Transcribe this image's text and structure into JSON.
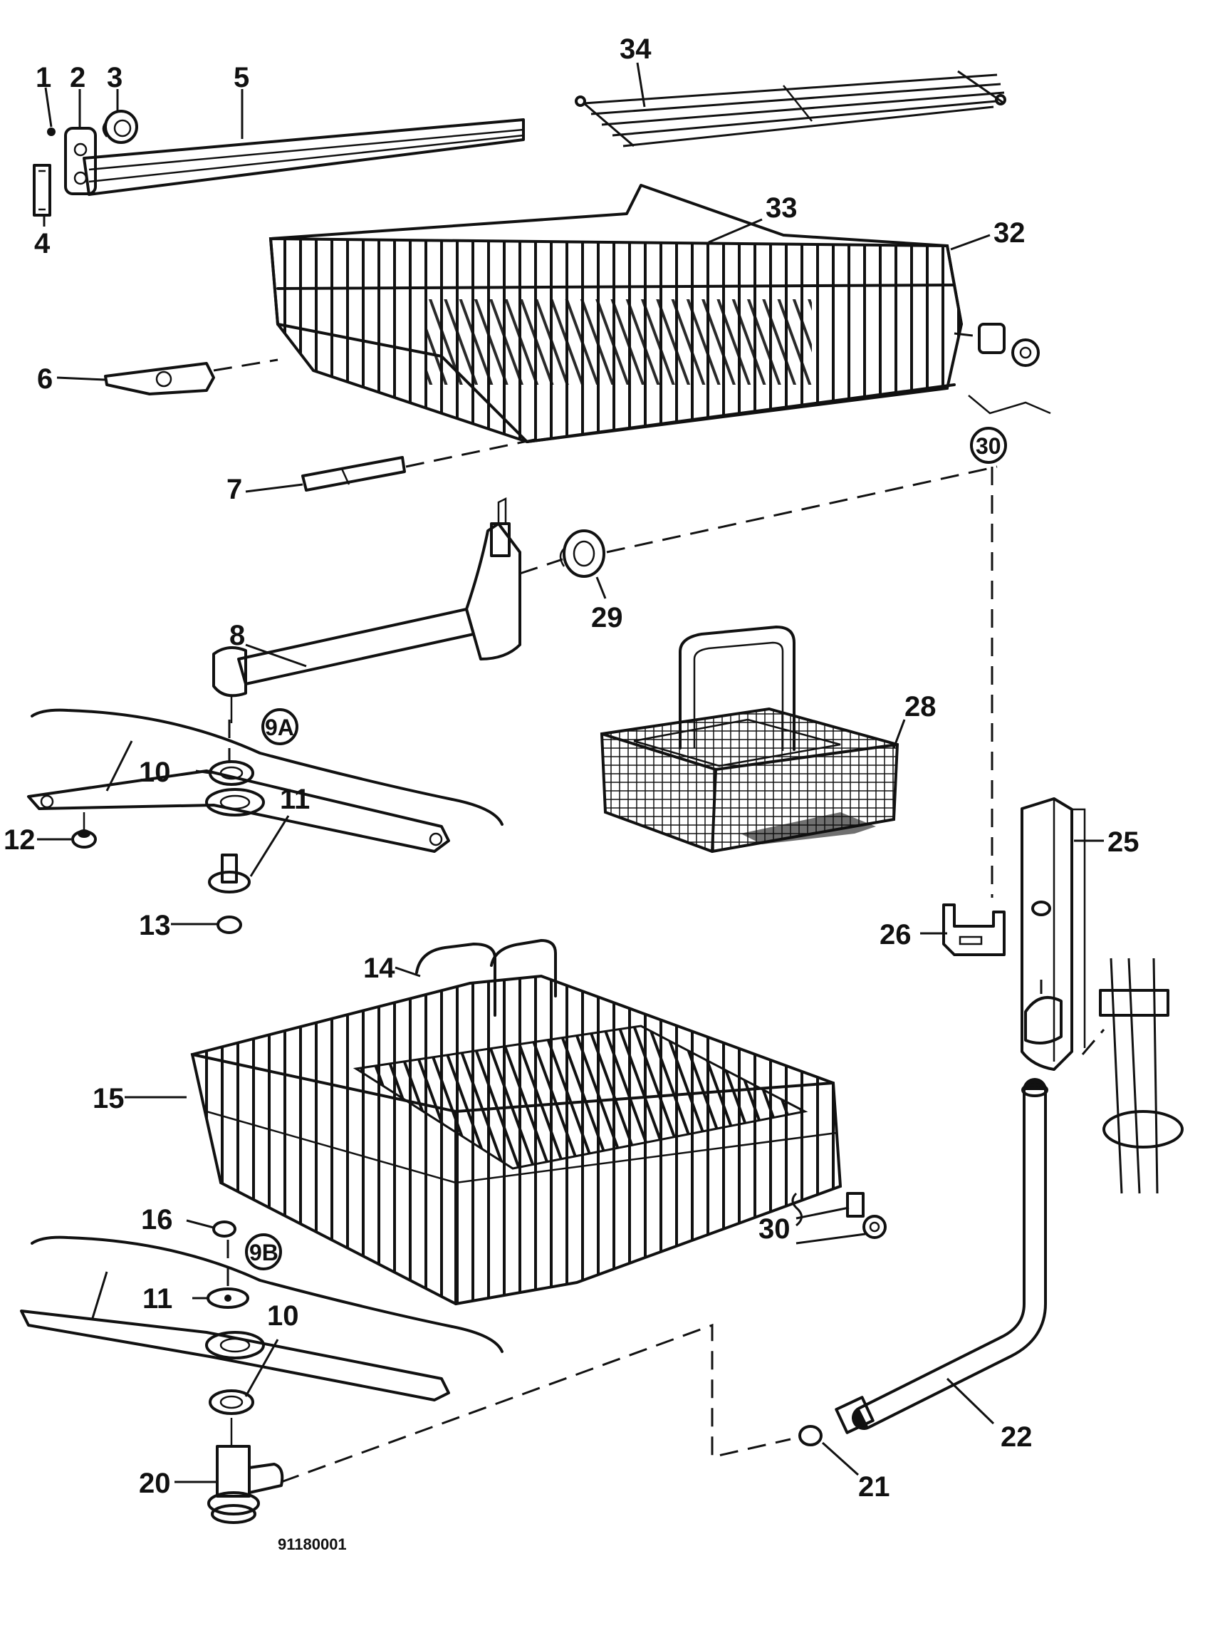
{
  "drawing_code": "91180001",
  "callouts": [
    {
      "id": "1",
      "label": "1"
    },
    {
      "id": "2",
      "label": "2"
    },
    {
      "id": "3",
      "label": "3"
    },
    {
      "id": "4",
      "label": "4"
    },
    {
      "id": "5",
      "label": "5"
    },
    {
      "id": "6",
      "label": "6"
    },
    {
      "id": "7",
      "label": "7"
    },
    {
      "id": "8",
      "label": "8"
    },
    {
      "id": "9a",
      "label": "9A"
    },
    {
      "id": "9b",
      "label": "9B"
    },
    {
      "id": "10-upper",
      "label": "10"
    },
    {
      "id": "10-lower",
      "label": "10"
    },
    {
      "id": "11-upper",
      "label": "11"
    },
    {
      "id": "11-lower",
      "label": "11"
    },
    {
      "id": "12",
      "label": "12"
    },
    {
      "id": "13",
      "label": "13"
    },
    {
      "id": "14",
      "label": "14"
    },
    {
      "id": "15",
      "label": "15"
    },
    {
      "id": "16",
      "label": "16"
    },
    {
      "id": "20",
      "label": "20"
    },
    {
      "id": "21",
      "label": "21"
    },
    {
      "id": "22",
      "label": "22"
    },
    {
      "id": "25",
      "label": "25"
    },
    {
      "id": "26",
      "label": "26"
    },
    {
      "id": "28",
      "label": "28"
    },
    {
      "id": "29",
      "label": "29"
    },
    {
      "id": "30-upper",
      "label": "30"
    },
    {
      "id": "30-lower",
      "label": "30"
    },
    {
      "id": "32",
      "label": "32"
    },
    {
      "id": "33",
      "label": "33"
    },
    {
      "id": "34",
      "label": "34"
    }
  ]
}
